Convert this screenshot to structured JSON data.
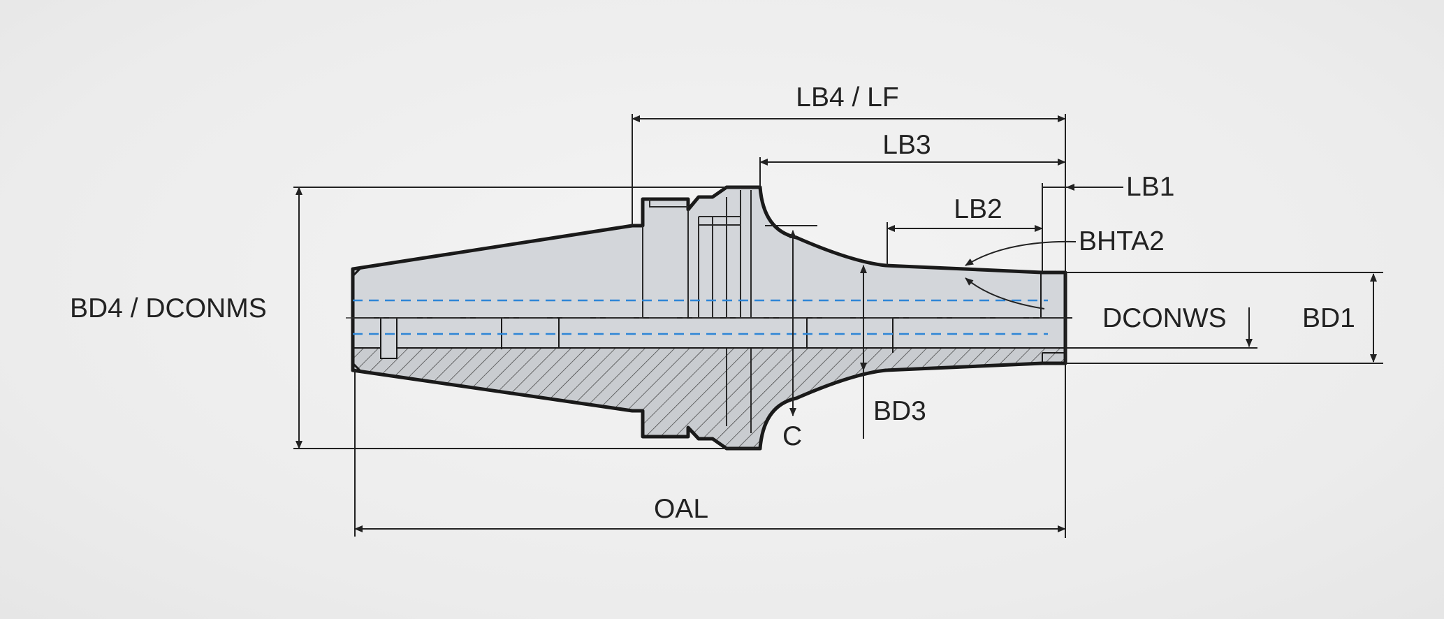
{
  "labels": {
    "lb4_lf": "LB4 / LF",
    "lb3": "LB3",
    "lb1": "LB1",
    "lb2": "LB2",
    "bhta2": "BHTA2",
    "bd4_dconms": "BD4 / DCONMS",
    "dconws": "DCONWS",
    "bd1": "BD1",
    "bd3": "BD3",
    "c": "C",
    "oal": "OAL"
  },
  "colors": {
    "body_fill": "#d3d6da",
    "section_fill": "#c7cacd",
    "outline": "#1a1a1a",
    "dimension_line": "#222222",
    "bore_line": "#2f86d6",
    "background": "#ededed"
  }
}
